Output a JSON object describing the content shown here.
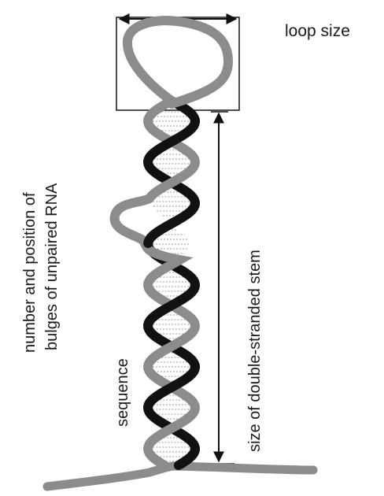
{
  "labels": {
    "loop_size": "loop size",
    "bulges_line1": "number and position of",
    "bulges_line2": "bulges of unpaired RNA",
    "stem_size": "size of double-stranded stem",
    "sequence": "sequence"
  },
  "colors": {
    "strand_light": "#8c8c8c",
    "strand_dark": "#111111",
    "arrow": "#111111",
    "box": "#222222",
    "base_pair": "#9a9a9a"
  }
}
